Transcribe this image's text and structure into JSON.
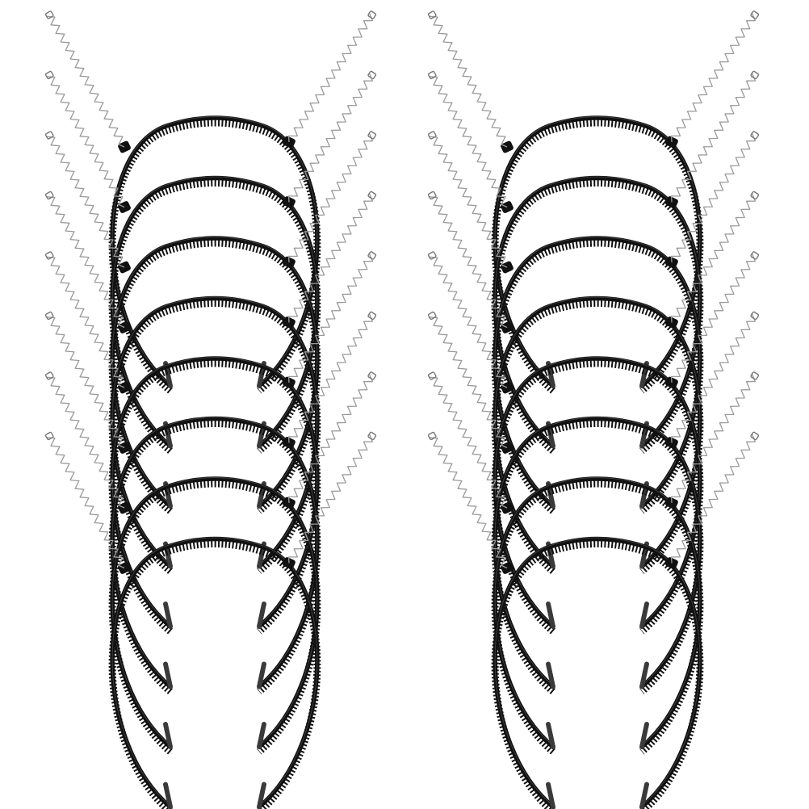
{
  "image": {
    "subject": "headband-set",
    "colors": {
      "background": "#ffffff",
      "band": "#111111",
      "band_highlight": "#5a5a5a",
      "spring": "#9a9a9a",
      "spring_tip": "#777777"
    },
    "groups": [
      {
        "name": "left-stack",
        "headband_count": 8
      },
      {
        "name": "right-stack",
        "headband_count": 8
      }
    ]
  }
}
